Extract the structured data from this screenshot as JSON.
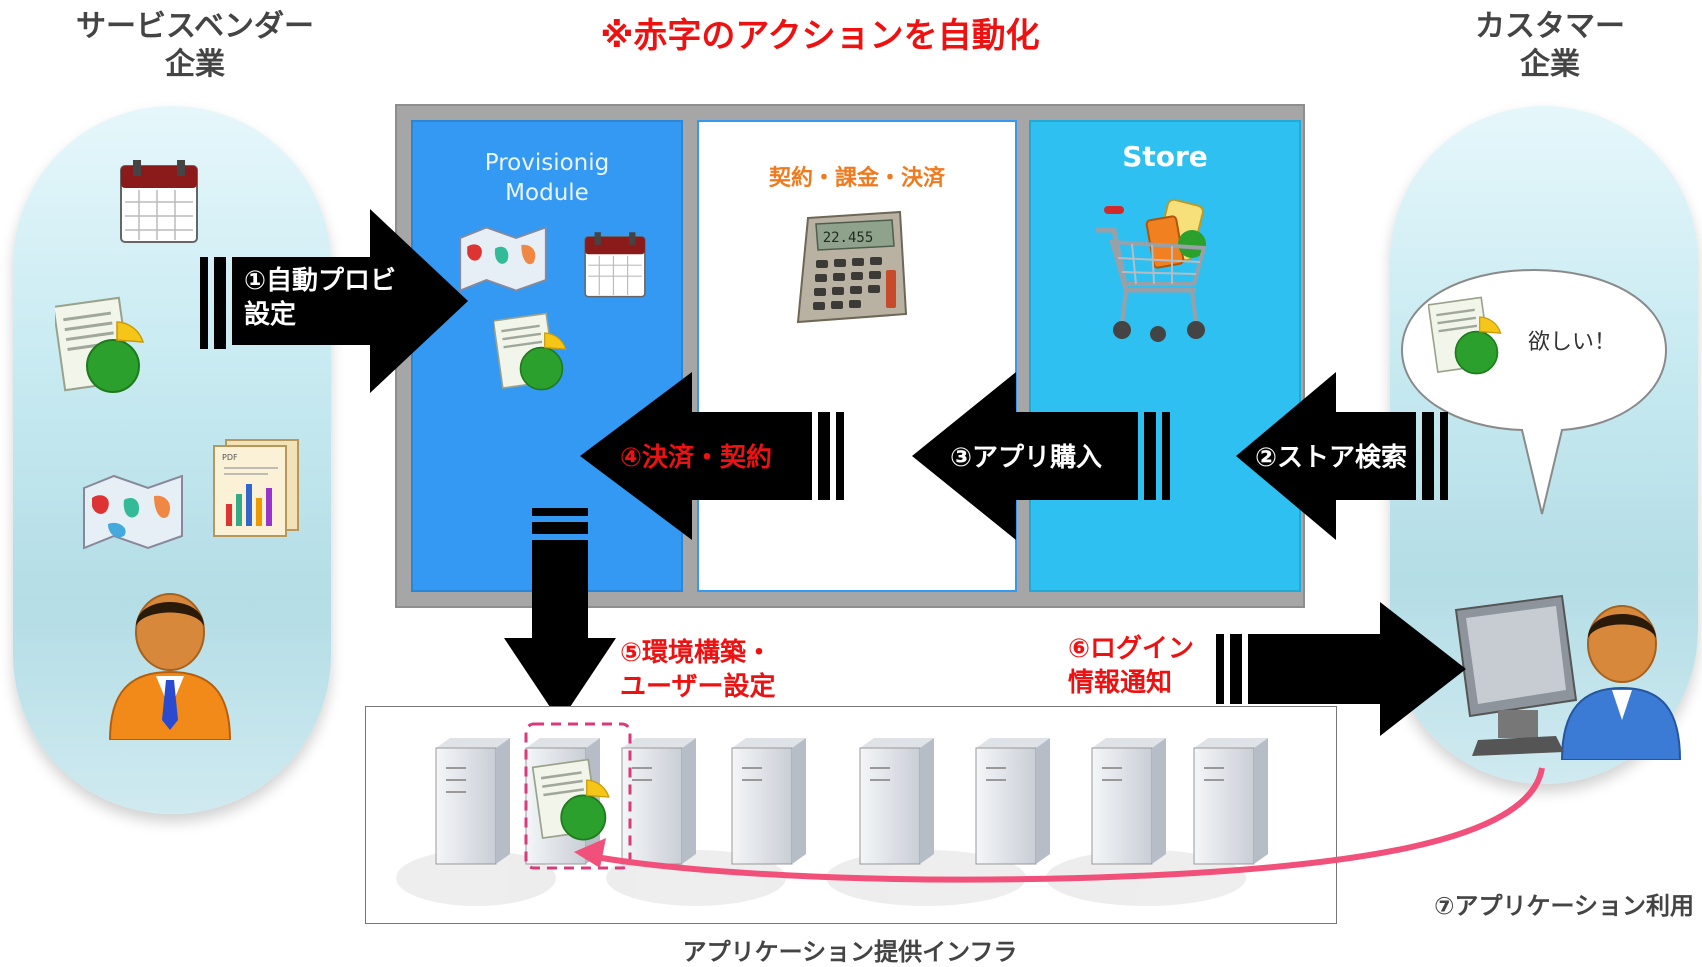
{
  "title": "※赤字のアクションを自動化",
  "vendor_label": "サービスベンダー\n企業",
  "customer_label": "カスタマー\n企業",
  "panels": {
    "provisioning": "Provisionig\nModule",
    "billing": "契約・課金・決済",
    "store": "Store"
  },
  "calculator_display": "22.455",
  "arrows": {
    "auto_provision": "①自動プロビ\n設定",
    "store_search": "②ストア検索",
    "app_purchase": "③アプリ購入",
    "payment_contract": "④決済・契約",
    "env_setup": "⑤環境構築・\nユーザー設定",
    "login_notify": "⑥ログイン\n情報通知",
    "app_usage": "⑦アプリケーション利用"
  },
  "bubble_text": "欲しい！",
  "infra_label": "アプリケーション提供インフラ",
  "colors": {
    "action_red": "#ee1111",
    "provisioning_blue": "#3399f3",
    "store_cyan": "#2ec0f0",
    "billing_orange": "#f07a1e",
    "usage_arrow_pink": "#f0507a"
  },
  "icons": [
    "calendar-icon",
    "document-chart-icon",
    "map-icon",
    "report-icon",
    "person-icon",
    "calculator-icon",
    "shopping-cart-icon",
    "server-icon",
    "computer-user-icon",
    "speech-bubble-icon"
  ]
}
